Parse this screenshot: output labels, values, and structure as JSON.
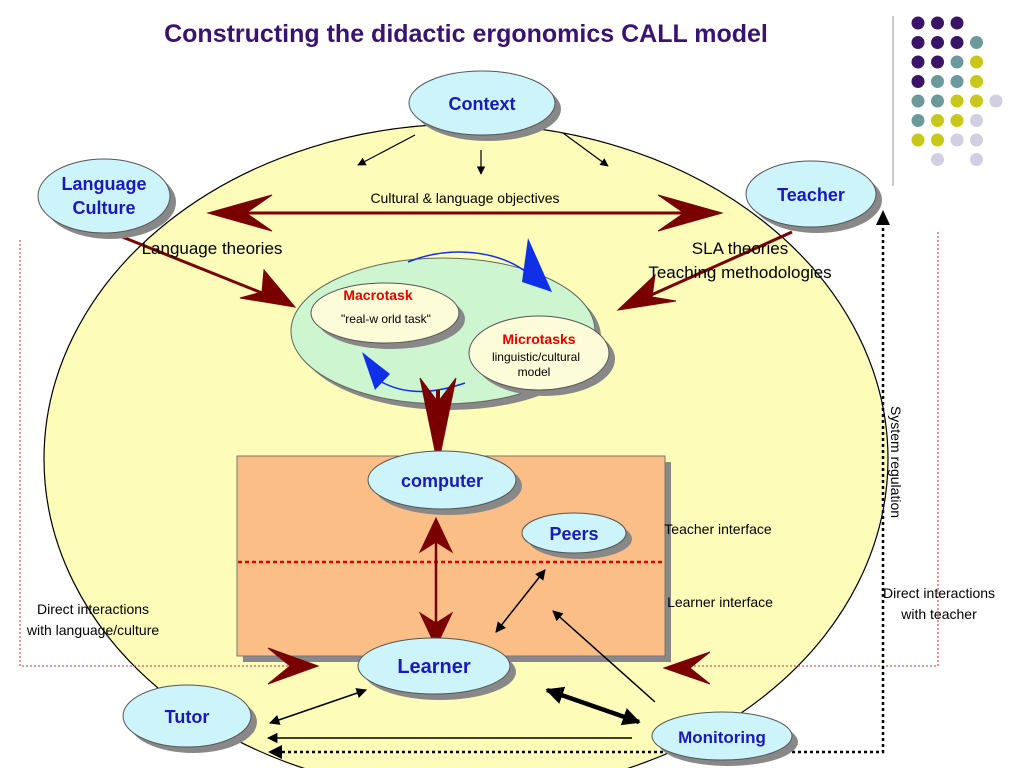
{
  "title": "Constructing the didactic ergonomics CALL model",
  "colors": {
    "title": "#3a1270",
    "node_text": "#1a1ab8",
    "accent_red": "#e00000",
    "dark_red": "#7a0000",
    "big_ellipse": "#fdfcb8",
    "node_fill": "#ccf4fa",
    "task_ellipse": "#cdf5cf",
    "task_node": "#fdfcd8",
    "interface_box": "#fbbe86",
    "blue_arrow": "#1030e8",
    "decor_dots": [
      "#3a1466",
      "#6c9a9c",
      "#c8c81a",
      "#d0d0e2"
    ]
  },
  "nodes": {
    "context": "Context",
    "language_culture": [
      "Language",
      "Culture"
    ],
    "teacher": "Teacher",
    "computer": "computer",
    "peers": "Peers",
    "learner": "Learner",
    "tutor": "Tutor",
    "monitoring": "Monitoring"
  },
  "tasks": {
    "macrotask_title": "Macrotask",
    "macrotask_sub": "\"real-w orld task\"",
    "microtasks_title": "Microtasks",
    "microtasks_sub": [
      "linguistic/cultural",
      "model"
    ]
  },
  "labels": {
    "cultural_objectives": "Cultural & language objectives",
    "language_theories": "Language theories",
    "sla_theories": "SLA theories",
    "teaching_methodologies": "Teaching methodologies",
    "teacher_interface": "Teacher interface",
    "learner_interface": "Learner interface",
    "system_regulation": "System regulation",
    "direct_lc": [
      "Direct interactions",
      "with language/culture"
    ],
    "direct_teacher": [
      "Direct interactions",
      "with teacher"
    ]
  }
}
